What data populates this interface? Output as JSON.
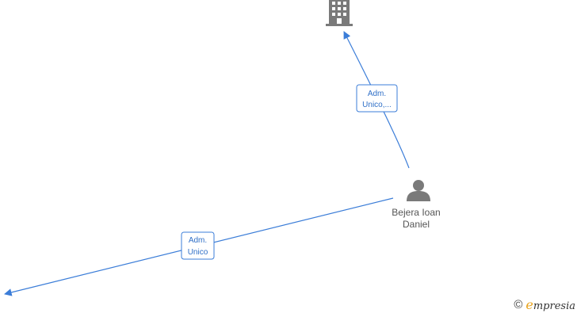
{
  "nodes": {
    "company": {
      "icon": "building-icon"
    },
    "person": {
      "icon": "person-icon",
      "name_line1": "Bejera Ioan",
      "name_line2": "Daniel"
    }
  },
  "edges": [
    {
      "label_line1": "Adm.",
      "label_line2": "Unico,..."
    },
    {
      "label_line1": "Adm.",
      "label_line2": "Unico"
    }
  ],
  "brand": {
    "copyright": "©",
    "e_letter": "e",
    "name_rest": "mpresia"
  },
  "colors": {
    "edge": "#3b7dd8",
    "icon": "#7a7a7a",
    "brand_accent": "#e8a21b"
  }
}
